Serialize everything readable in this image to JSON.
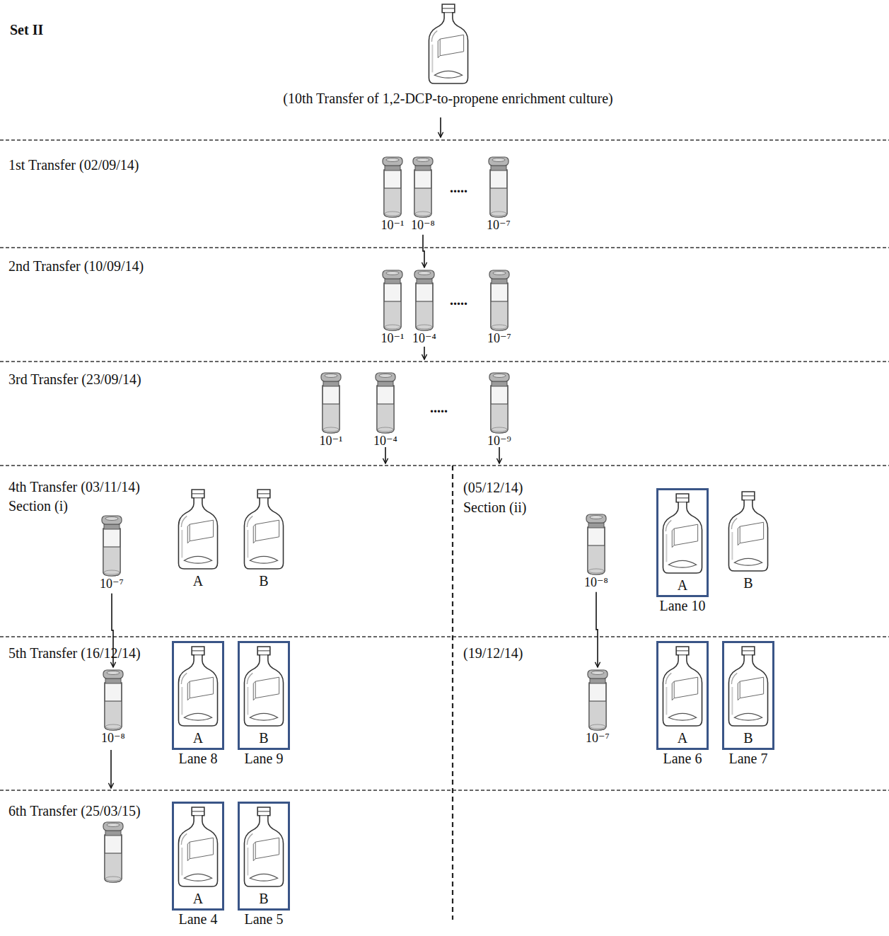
{
  "diagram": {
    "nodes": [
      {
        "text": [
          "(10th Transfer of 1,2-DCP-to-propene enrichment culture)"
        ]
      },
      {
        "text": [
          "10⁻¹"
        ]
      },
      {
        "text": [
          "10⁻⁸"
        ]
      },
      {
        "text": [
          "10⁻⁷"
        ]
      },
      {
        "text": [
          "10⁻¹"
        ]
      },
      {
        "text": [
          "10⁻⁴"
        ]
      },
      {
        "text": [
          "10⁻⁷"
        ]
      },
      {
        "text": [
          "10⁻¹"
        ]
      },
      {
        "text": [
          "10⁻⁴"
        ]
      },
      {
        "text": [
          "10⁻⁹"
        ]
      },
      {
        "text": [
          "10⁻⁷"
        ]
      },
      {
        "text": [
          "A"
        ]
      },
      {
        "text": [
          "B"
        ]
      },
      {
        "text": [
          "10⁻⁸"
        ]
      },
      {
        "text": [
          "A",
          "Lane 10"
        ]
      },
      {
        "text": [
          "B"
        ]
      },
      {
        "text": [
          "10⁻⁸"
        ]
      },
      {
        "text": [
          "A",
          "Lane 8"
        ]
      },
      {
        "text": [
          "B",
          "Lane 9"
        ]
      },
      {
        "text": [
          "10⁻⁷"
        ]
      },
      {
        "text": [
          "A",
          "Lane 6"
        ]
      },
      {
        "text": [
          "B",
          "Lane 7"
        ]
      },
      {
        "text": [
          "A",
          "Lane 4"
        ]
      },
      {
        "text": [
          "B",
          "Lane 5"
        ]
      }
    ],
    "edges": [
      {
        "from": 2,
        "to": 5,
        "arrow": "to"
      },
      {
        "from": 10,
        "to": 16,
        "arrow": "to"
      },
      {
        "from": 13,
        "to": 19,
        "arrow": "to"
      }
    ],
    "labels": [
      "Set II",
      "1st Transfer (02/09/14)",
      ".....",
      "2nd Transfer (10/09/14)",
      ".....",
      "3rd Transfer (23/09/14)",
      ".....",
      "4th Transfer (03/11/14)",
      "Section (i)",
      "(05/12/14)",
      "Section (ii)",
      "5th Transfer (16/12/14)",
      "(19/12/14)",
      "6th Transfer (25/03/15)"
    ]
  }
}
